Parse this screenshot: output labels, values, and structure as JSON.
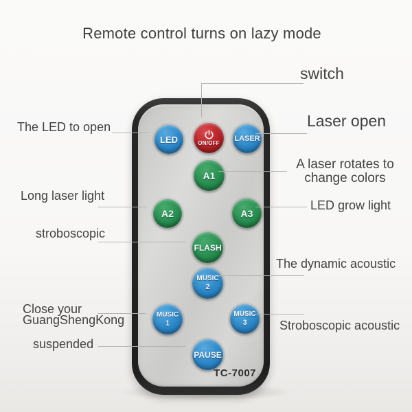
{
  "title": "Remote control turns on lazy mode",
  "remote": {
    "model": "TC-7007",
    "buttons": [
      {
        "id": "led",
        "label": "LED",
        "color": "blue"
      },
      {
        "id": "onoff",
        "label": "ON/OFF",
        "color": "red",
        "icon": "power-icon"
      },
      {
        "id": "laser",
        "label": "LASER",
        "color": "blue"
      },
      {
        "id": "a1",
        "label": "A1",
        "color": "green"
      },
      {
        "id": "a2",
        "label": "A2",
        "color": "green"
      },
      {
        "id": "a3",
        "label": "A3",
        "color": "green"
      },
      {
        "id": "flash",
        "label": "FLASH",
        "color": "green"
      },
      {
        "id": "music2",
        "label": "MUSIC",
        "sub": "2",
        "color": "blue"
      },
      {
        "id": "music1",
        "label": "MUSIC",
        "sub": "1",
        "color": "blue"
      },
      {
        "id": "music3",
        "label": "MUSIC",
        "sub": "3",
        "color": "blue"
      },
      {
        "id": "pause",
        "label": "PAUSE",
        "color": "blue"
      }
    ]
  },
  "annotations": {
    "switch": {
      "text": "switch",
      "points_to": "onoff"
    },
    "led_open": {
      "text": "The LED to open",
      "points_to": "led"
    },
    "laser_open": {
      "text": "Laser open",
      "points_to": "laser"
    },
    "a1_note": {
      "line1": "A laser rotates to",
      "line2": "change colors",
      "points_to": "a1"
    },
    "long_laser": {
      "text": "Long laser light",
      "points_to": "a2"
    },
    "led_grow": {
      "text": "LED grow light",
      "points_to": "a3"
    },
    "stroboscopic": {
      "text": "stroboscopic",
      "points_to": "flash"
    },
    "dynamic_acoustic": {
      "text": "The dynamic acoustic",
      "points_to": "music2"
    },
    "close_gsk": {
      "line1": "Close your",
      "line2": "GuangShengKong",
      "points_to": "music1"
    },
    "strobo_acoustic": {
      "text": "Stroboscopic acoustic",
      "points_to": "music3"
    },
    "suspended": {
      "text": "suspended",
      "points_to": "pause"
    }
  },
  "colors": {
    "button_blue": "#2f8aca",
    "button_green": "#2a9152",
    "button_red": "#ba2328",
    "remote_body": "#262626",
    "remote_face_silver": "#d2d2d0",
    "callout_line": "#b3b3b2",
    "label_text": "#424242"
  }
}
